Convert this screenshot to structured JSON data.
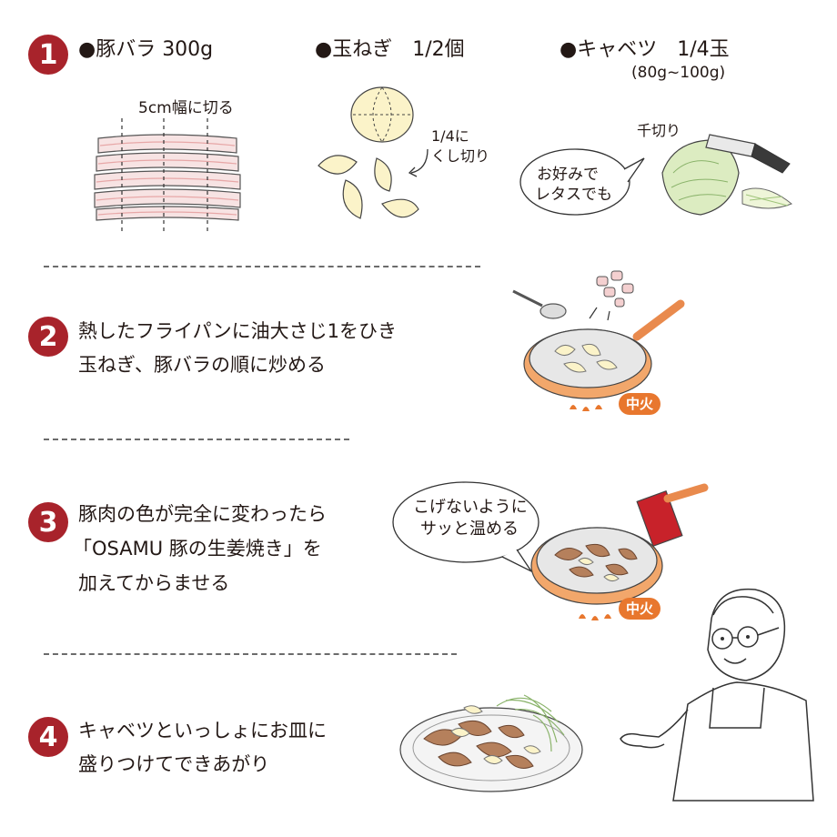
{
  "steps": [
    {
      "number": "1"
    },
    {
      "number": "2",
      "lines": [
        "熱したフライパンに油大さじ1をひき",
        "玉ねぎ、豚バラの順に炒める"
      ]
    },
    {
      "number": "3",
      "lines": [
        "豚肉の色が完全に変わったら",
        "「OSAMU 豚の生姜焼き」を",
        "加えてからませる"
      ]
    },
    {
      "number": "4",
      "lines": [
        "キャベツといっしょにお皿に",
        "盛りつけてできあがり"
      ]
    }
  ],
  "ingredients": [
    {
      "name": "●豚バラ 300g",
      "prep": "5cm幅に切る"
    },
    {
      "name": "●玉ねぎ　1/2個",
      "prep_lines": [
        "1/4に",
        "くし切り"
      ]
    },
    {
      "name": "●キャベツ　1/4玉",
      "amount": "(80g~100g)",
      "prep": "千切り",
      "bubble_lines": [
        "お好みで",
        "レタスでも"
      ]
    }
  ],
  "heat_badges": [
    "中火",
    "中火"
  ],
  "speech_bubble_step3": [
    "こげないように",
    "サッと温める"
  ],
  "colors": {
    "accent_red": "#a8232b",
    "heat_orange": "#e8772e"
  }
}
